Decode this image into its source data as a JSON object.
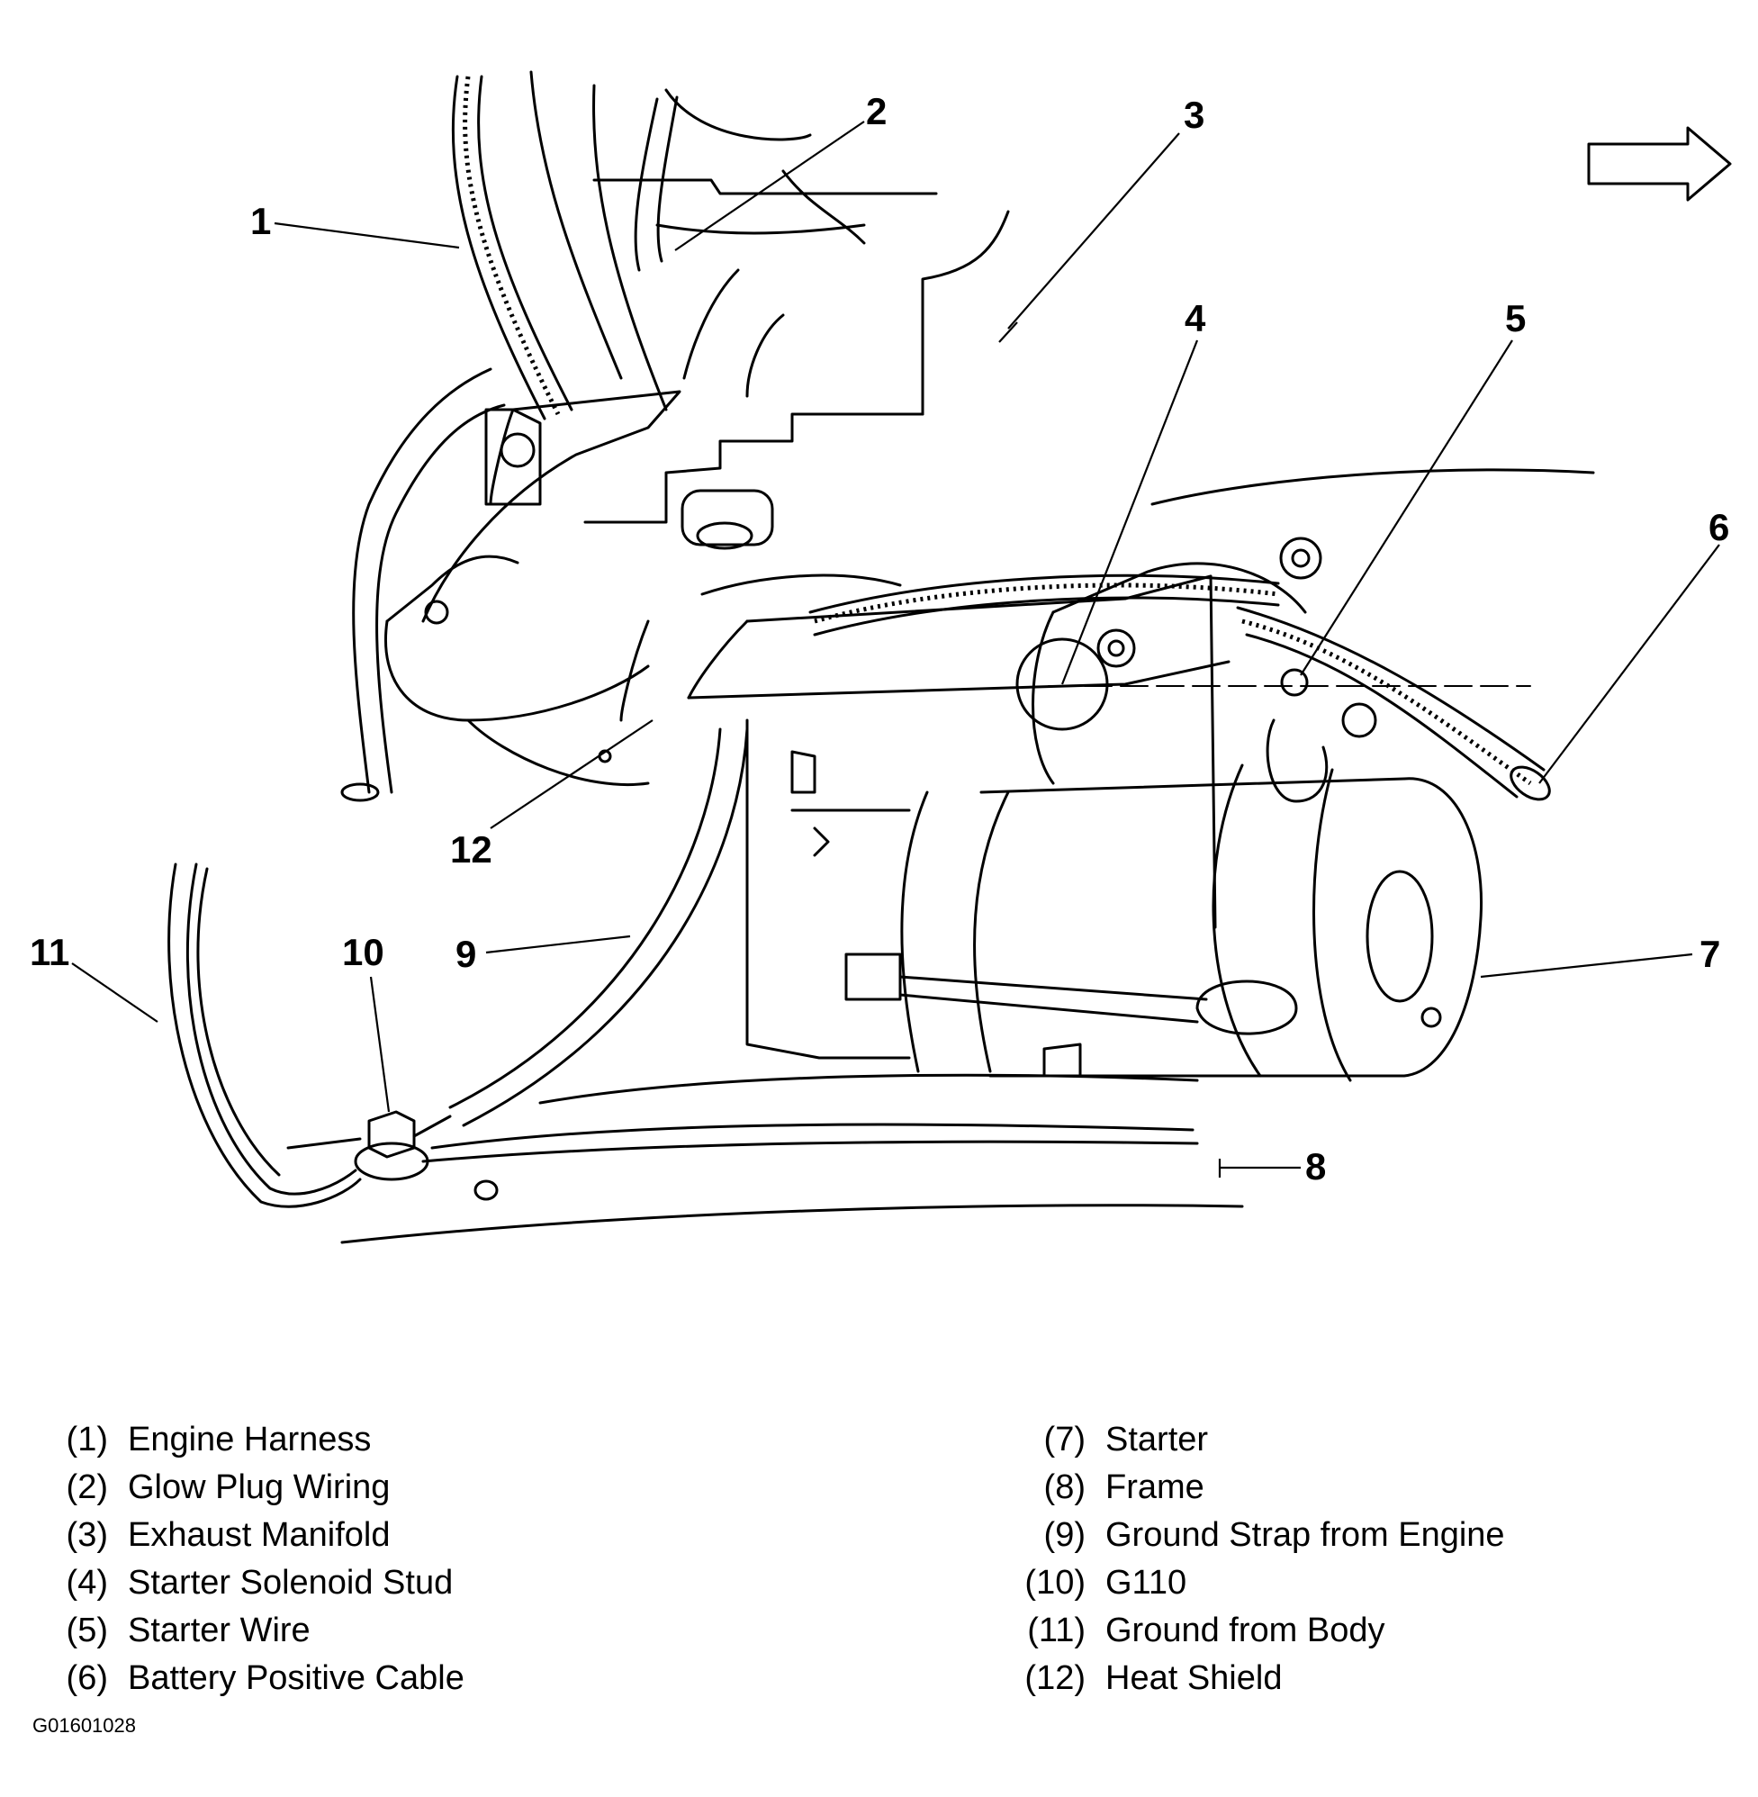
{
  "callouts": [
    "1",
    "2",
    "3",
    "4",
    "5",
    "6",
    "7",
    "8",
    "9",
    "10",
    "11",
    "12"
  ],
  "legend": {
    "left": [
      {
        "num": "(1)",
        "label": "Engine Harness"
      },
      {
        "num": "(2)",
        "label": "Glow Plug Wiring"
      },
      {
        "num": "(3)",
        "label": "Exhaust Manifold"
      },
      {
        "num": "(4)",
        "label": "Starter Solenoid Stud"
      },
      {
        "num": "(5)",
        "label": "Starter Wire"
      },
      {
        "num": "(6)",
        "label": "Battery Positive Cable"
      }
    ],
    "right": [
      {
        "num": "(7)",
        "label": "Starter"
      },
      {
        "num": "(8)",
        "label": "Frame"
      },
      {
        "num": "(9)",
        "label": "Ground Strap from Engine"
      },
      {
        "num": "(10)",
        "label": "G110"
      },
      {
        "num": "(11)",
        "label": "Ground from Body"
      },
      {
        "num": "(12)",
        "label": "Heat Shield"
      }
    ]
  },
  "figure_id": "G01601028",
  "icons": {
    "direction_arrow": "forward-arrow-icon"
  },
  "colors": {
    "line": "#000000",
    "background": "#ffffff"
  }
}
